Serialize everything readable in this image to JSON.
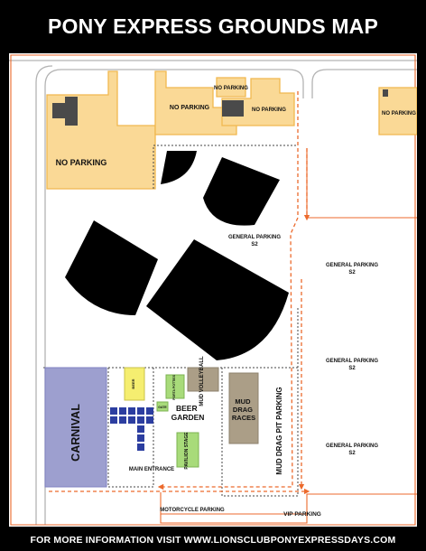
{
  "title": "PONY EXPRESS GROUNDS MAP",
  "footer": "FOR MORE INFORMATION VISIT WWW.LIONSCLUBPONYEXPRESSDAYS.COM",
  "colors": {
    "parking_lot": "#fad996",
    "parking_outline": "#f0b84f",
    "building": "#4a4a4a",
    "carnival": "#9d9fcf",
    "mud_drag": "#ab9e87",
    "pavilion": "#a8db7a",
    "accent_yellow": "#f5ee70",
    "tent": "#2c3ea0",
    "route": "#ec6a2c",
    "road": "#b3b3b3"
  },
  "labels": {
    "no_parking": "NO PARKING",
    "general_parking": "GENERAL PARKING",
    "parking_id": "S2",
    "carnival": "CARNIVAL",
    "beer_garden": "BEER GARDEN",
    "mud_volleyball": "MUD VOLLEYBALL",
    "mud_drag_races": "MUD DRAG RACES",
    "mud_drag_pit_parking": "MUD DRAG PIT PARKING",
    "pavilion_stage": "PAVILION STAGE",
    "main_entrance": "MAIN ENTRANCE",
    "motorcycle_parking": "MOTORCYCLE PARKING",
    "vip_parking": "VIP PARKING",
    "gate": "GATE",
    "porta_potties": "PORTA POTTIES",
    "small_sign": "BEER"
  }
}
